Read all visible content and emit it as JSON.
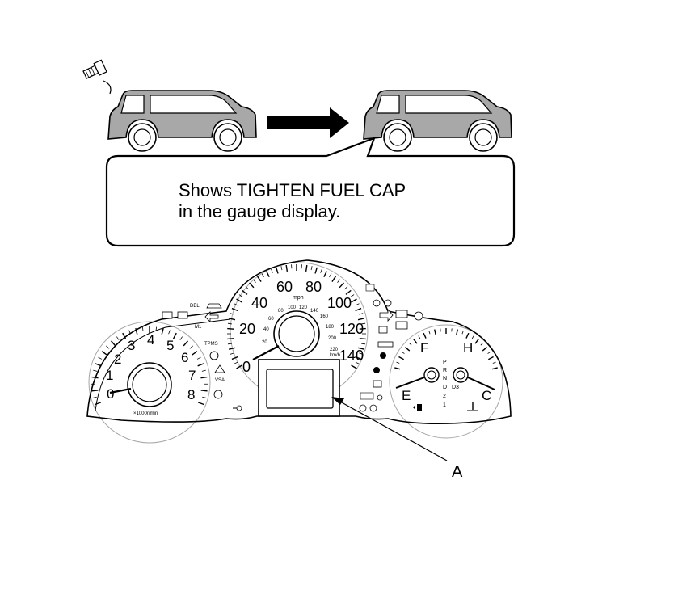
{
  "callout": {
    "line1": "Shows TIGHTEN FUEL CAP",
    "line2": "in the gauge display."
  },
  "label_a": "A",
  "tachometer": {
    "numbers": [
      "0",
      "1",
      "2",
      "3",
      "4",
      "5",
      "6",
      "7",
      "8"
    ],
    "unit": "×1000r/min"
  },
  "speedometer": {
    "mph_numbers": [
      "0",
      "20",
      "40",
      "60",
      "80",
      "100",
      "120",
      "140"
    ],
    "unit_mph": "mph",
    "kmh_numbers": [
      "20",
      "40",
      "60",
      "80",
      "100",
      "120",
      "140",
      "160",
      "180",
      "200",
      "220"
    ],
    "unit_kmh": "km/h"
  },
  "fuel_temp": {
    "full": "F",
    "empty": "E",
    "hot": "H",
    "cold": "C"
  },
  "gear": [
    "P",
    "R",
    "N",
    "D",
    "D3",
    "2",
    "1"
  ],
  "indicators": {
    "tpms": "TPMS",
    "vsa": "VSA",
    "dbl": "DBL",
    "maint": "M1"
  },
  "colors": {
    "car_body": "#a8a8a8",
    "line": "#000000",
    "background": "#ffffff"
  },
  "icons": [
    "fuel-cap-icon",
    "arrow-right-icon",
    "seatbelt-icon",
    "airbag-icon",
    "check-engine-icon",
    "battery-icon",
    "oil-icon",
    "turn-signal-icon",
    "fuel-pump-icon",
    "coolant-icon",
    "headlight-icon"
  ]
}
